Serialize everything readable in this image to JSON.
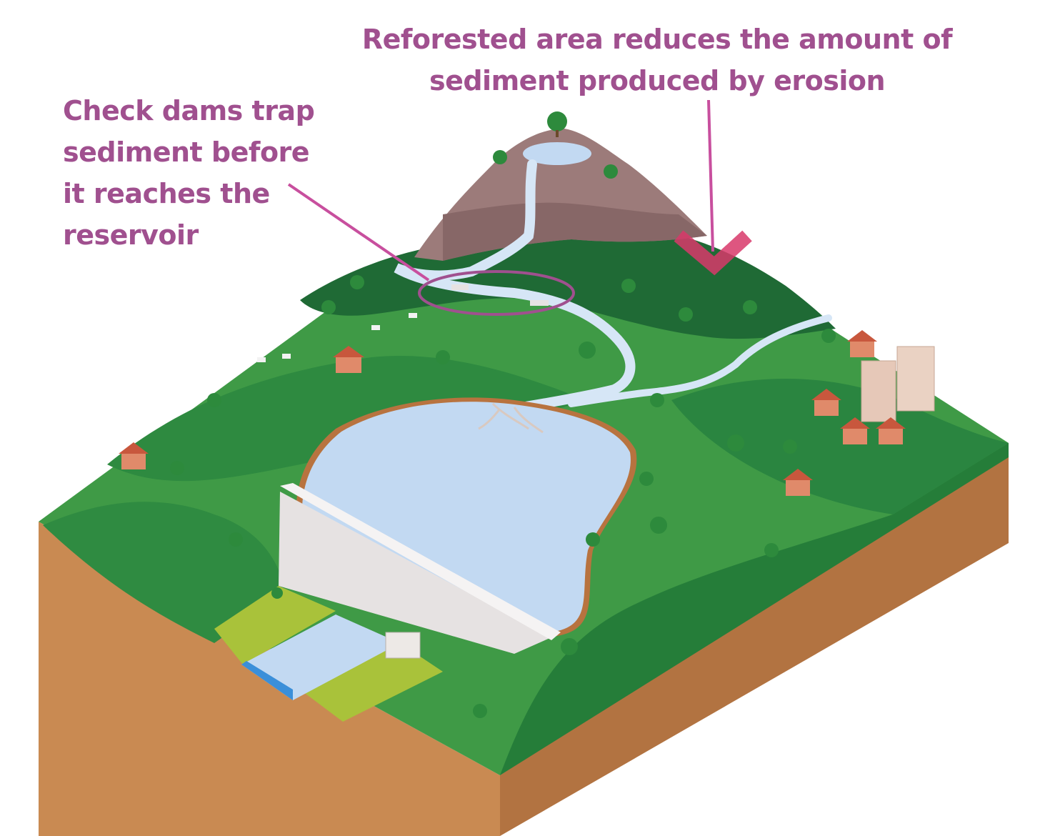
{
  "annotations": {
    "reforested": {
      "lines": [
        "Reforested area reduces the amount of",
        "sediment produced by erosion"
      ]
    },
    "check_dams": {
      "lines": [
        "Check dams trap",
        "sediment before",
        "it reaches the",
        "reservoir"
      ]
    }
  },
  "colors": {
    "label_text": "#a0508f",
    "callout_line": "#c84f9e",
    "reforest_marker": "#d8386a",
    "grass_light": "#3f9a46",
    "grass_dark": "#237a38",
    "forest": "#1f6a35",
    "mountain_rock": "#9c7b7a",
    "reservoir_water": "#c2d9f2",
    "river": "#d6e6f6",
    "soil_front": "#c27f47",
    "soil_side": "#b4743e",
    "dam": "#e6e2e2",
    "field_yellow": "#a9c23a",
    "roof": "#c8573d"
  },
  "icons": [
    "tree-icon",
    "house-icon",
    "cow-icon",
    "building-icon",
    "check-dam-icon",
    "marker-icon"
  ]
}
